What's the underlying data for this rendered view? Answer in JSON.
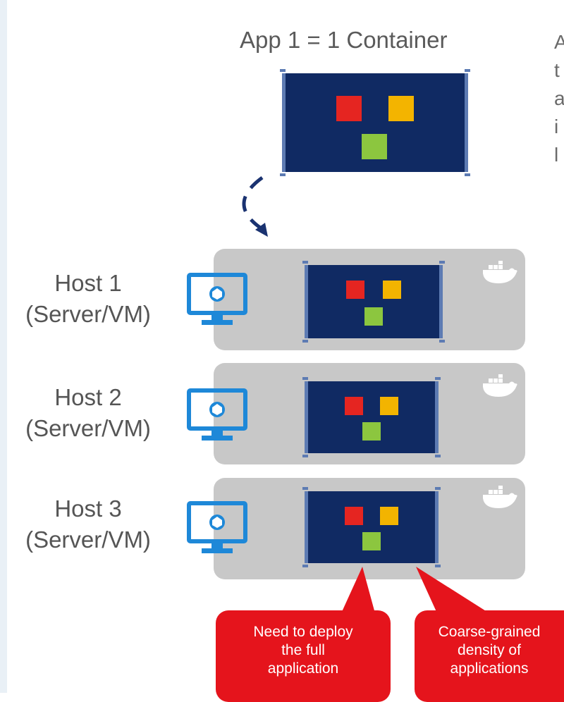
{
  "title": "App 1 = 1 Container",
  "edge_text_fragments": [
    "A",
    "t",
    "a",
    "i",
    "l"
  ],
  "hosts": [
    {
      "line1": "Host 1",
      "line2": "(Server/VM)"
    },
    {
      "line1": "Host 2",
      "line2": "(Server/VM)"
    },
    {
      "line1": "Host 3",
      "line2": "(Server/VM)"
    }
  ],
  "callouts": [
    {
      "lines": [
        "Need to deploy",
        "the full",
        "application"
      ]
    },
    {
      "lines": [
        "Coarse-grained",
        "density of",
        "applications"
      ]
    }
  ],
  "colors": {
    "container": "#102a63",
    "bracket": "#5d7bb3",
    "red": "#e52521",
    "yellow": "#f3b400",
    "green": "#8cc63f",
    "host_band": "#c8c8c8",
    "monitor": "#1e88d8",
    "callout": "#e5141c"
  },
  "icons": [
    "container-icon",
    "monitor-icon",
    "docker-whale-icon",
    "curved-arrow-icon"
  ]
}
